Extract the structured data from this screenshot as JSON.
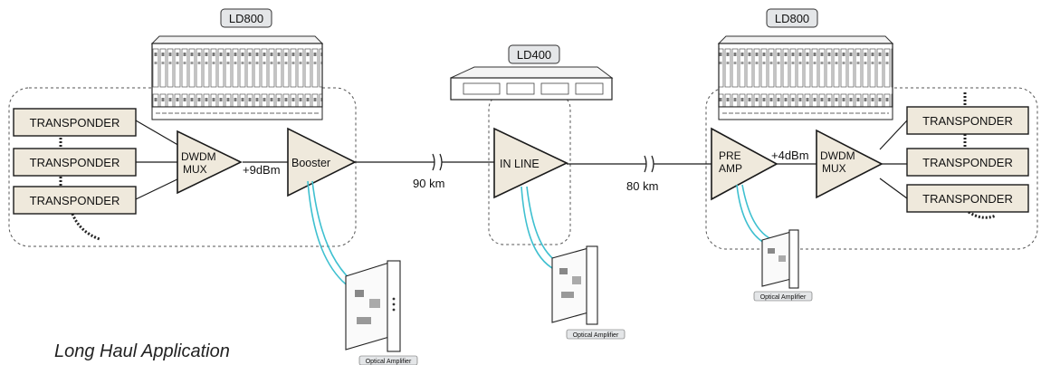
{
  "caption": "Long Haul Application",
  "colors": {
    "amp_fill": "#efe9dc",
    "fiber_cyan": "#3fc0d0",
    "tag_fill": "#e4e6e8",
    "line": "#1a1a1a"
  },
  "sites": {
    "left_chassis": "LD800",
    "mid_chassis": "LD400",
    "right_chassis": "LD800"
  },
  "left_site": {
    "transponders": [
      "TRANSPONDER",
      "TRANSPONDER",
      "TRANSPONDER"
    ],
    "mux": {
      "line1": "DWDM",
      "line2": "MUX"
    },
    "power": "+9dBm",
    "booster": "Booster",
    "card_tag": "Optical Amplifier"
  },
  "span1": "90 km",
  "mid_site": {
    "inline": "IN LINE",
    "card_tag": "Optical Amplifier"
  },
  "span2": "80 km",
  "right_site": {
    "preamp": {
      "line1": "PRE",
      "line2": "AMP"
    },
    "power": "+4dBm",
    "mux": {
      "line1": "DWDM",
      "line2": "MUX"
    },
    "transponders": [
      "TRANSPONDER",
      "TRANSPONDER",
      "TRANSPONDER"
    ],
    "card_tag": "Optical Amplifier"
  }
}
